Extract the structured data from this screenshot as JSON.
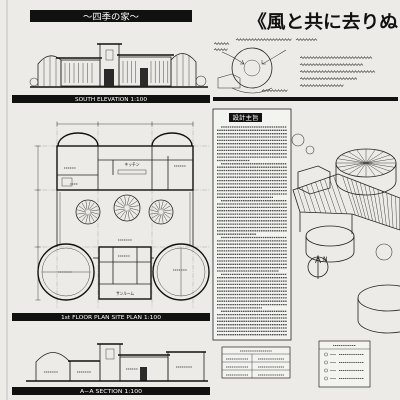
{
  "board": {
    "banner": "〜四季の家〜",
    "title": "《風と共に去りぬ"
  },
  "drawings": {
    "south_elevation_label": "SOUTH ELEVATION 1:100",
    "floor_plan_label": "1st FLOOR PLAN SITE PLAN 1:100",
    "section_label": "A−A SECTION 1:100"
  },
  "floor_plan": {
    "rooms": {
      "kitchen": "キッチン",
      "sunroom": "サンルーム"
    }
  },
  "concept": {
    "heading": "設計主旨"
  },
  "north_arrow": {
    "label": "N"
  },
  "colors": {
    "paper": "#ecebe7",
    "ink": "#111111",
    "bar_text": "#ffffff"
  }
}
